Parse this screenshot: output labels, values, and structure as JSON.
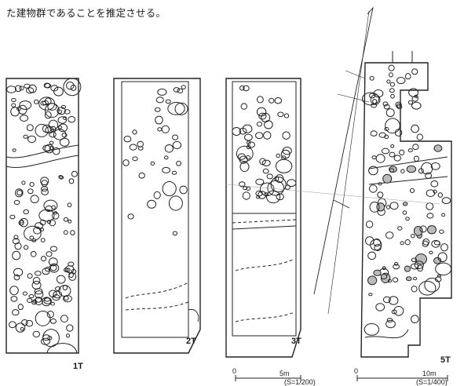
{
  "document": {
    "caption": "た建物群であることを推定させる。"
  },
  "trenches": [
    {
      "id": "1T",
      "label": "1T"
    },
    {
      "id": "2T",
      "label": "2T"
    },
    {
      "id": "3T",
      "label": "3T"
    },
    {
      "id": "5T",
      "label": "5T"
    }
  ],
  "scales": [
    {
      "zero": "0",
      "end": "5m",
      "ratio": "(S=1/200)"
    },
    {
      "zero": "0",
      "end": "10m",
      "ratio": "(S=1/400)"
    }
  ]
}
